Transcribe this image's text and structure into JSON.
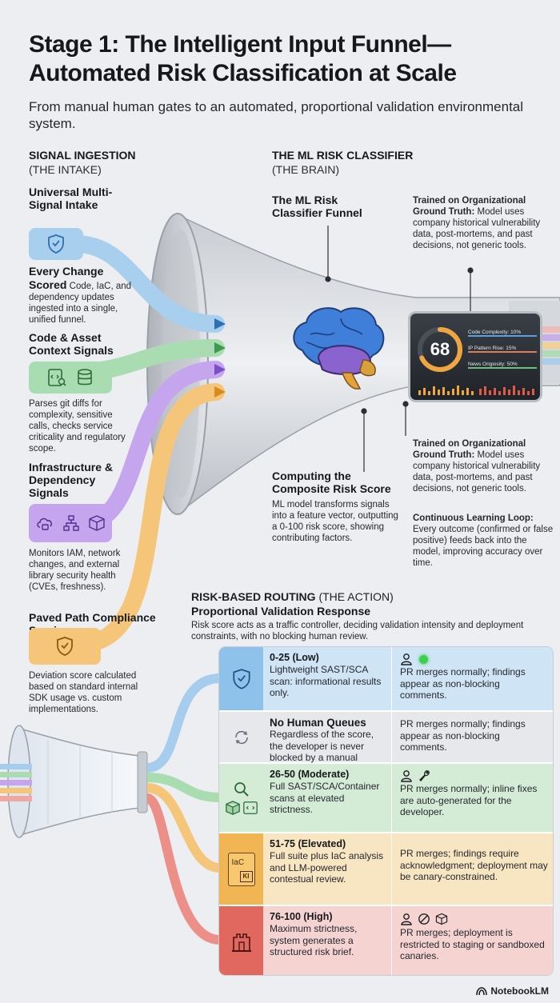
{
  "header": {
    "title": "Stage 1: The Intelligent Input Funnel—Automated Risk Classification at Scale",
    "subtitle": "From manual human gates to an automated, proportional validation environmental system."
  },
  "ingestion": {
    "heading": "SIGNAL INGESTION",
    "subheading": "(THE INTAKE)",
    "items": [
      {
        "title": "Universal Multi-Signal Intake",
        "subtitle": "Every Change Scored",
        "desc": "Code, IaC, and dependency updates ingested into a single, unified funnel.",
        "color": "#7fb8e6"
      },
      {
        "title": "Code & Asset Context Signals",
        "desc": "Parses git diffs for complexity, sensitive calls, checks service criticality and regulatory scope.",
        "color": "#8fd39a"
      },
      {
        "title": "Infrastructure & Dependency Signals",
        "desc": "Monitors IAM, network changes, and external library security health (CVEs, freshness).",
        "color": "#b48de6"
      },
      {
        "title": "Paved Path Compliance Scoring",
        "desc": "Deviation score calculated based on standard internal SDK usage vs. custom implementations.",
        "color": "#f4bd6a"
      }
    ]
  },
  "classifier": {
    "heading": "THE ML RISK CLASSIFIER",
    "subheading": "(THE BRAIN)",
    "funnel_label": "The ML Risk Classifier Funnel",
    "composite_title": "Computing the Composite Risk Score",
    "composite_desc": "ML model transforms signals into a feature vector, outputting a 0-100 risk score, showing contributing factors.",
    "ground_truth_title_1": "Trained on Organizational Ground Truth:",
    "ground_truth_desc_1": "Model uses company historical vulnerability data, post-mortems, and past decisions, not generic tools.",
    "ground_truth_title_2": "Trained on Organizational Ground Truth:",
    "ground_truth_desc_2": "Model uses company historical vulnerability data, post-mortems, and past decisions, not generic tools.",
    "loop_title": "Continuous Learning Loop:",
    "loop_desc": "Every outcome (confirmed or false positive) feeds back into the model, improving accuracy over time.",
    "gauge": {
      "score": "68",
      "score_value": 68,
      "factors": [
        "Code Complexity: 10%",
        "IP Pattern Rise: 15%",
        "News Origiosity: 50%"
      ]
    }
  },
  "routing": {
    "heading": "RISK-BASED ROUTING",
    "heading_suffix": "(THE ACTION)",
    "title": "Proportional Validation Response",
    "desc": "Risk score acts as a traffic controller, deciding validation intensity and deployment constraints, with no blocking human review.",
    "rows": [
      {
        "label": "0-25 (Low)",
        "desc": "Lightweight SAST/SCA scan: informational results only.",
        "outcome": "PR merges normally; findings appear as non-blocking comments.",
        "bg": "#cfe4f4",
        "icon_bg": "#8ec2ea"
      },
      {
        "label": "No Human Queues",
        "desc": "Regardless of the score, the developer is never blocked by a manual review.",
        "outcome": "PR merges normally; findings appear as non-blocking comments.",
        "bg": "#e6e8ec",
        "icon_bg": "#e6e8ec"
      },
      {
        "label": "26-50 (Moderate)",
        "desc": "Full SAST/SCA/Container scans at elevated strictness.",
        "outcome": "PR merges normally; inline fixes are auto-generated for the developer.",
        "bg": "#d4ecd5",
        "icon_bg": "#d4ecd5"
      },
      {
        "label": "51-75 (Elevated)",
        "desc": "Full suite plus IaC analysis and LLM-powered contestual review.",
        "outcome": "PR merges; findings require acknowledgment; deployment may be canary-constrained.",
        "bg": "#f8e6c2",
        "icon_bg": "#f1b553"
      },
      {
        "label": "76-100 (High)",
        "desc": "Maximum strictness, system generates a structured risk brief.",
        "outcome": "PR merges; deployment is restricted to staging or sandboxed canaries.",
        "bg": "#f4d3d1",
        "icon_bg": "#e0685f"
      }
    ],
    "iac_label": "IaC",
    "iac_chip": "KI"
  },
  "brand": "NotebookLM"
}
